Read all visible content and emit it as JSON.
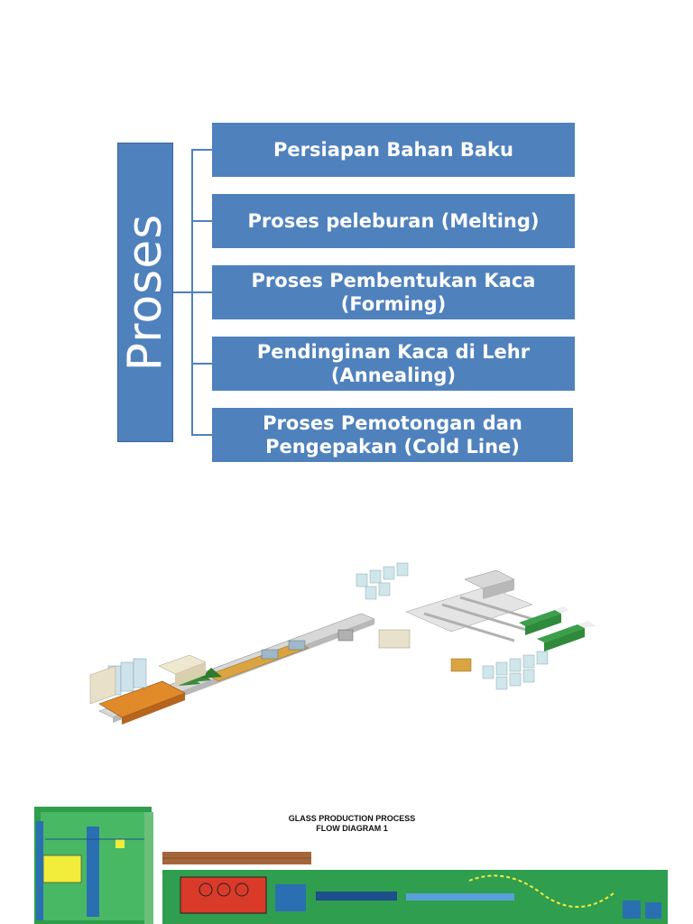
{
  "diagram": {
    "root_label": "Proses",
    "steps": [
      "Persiapan Bahan Baku",
      "Proses peleburan (Melting)",
      "Proses Pembentukan Kaca\n(Forming)",
      "Pendinginan Kaca di Lehr\n(Annealing)",
      "Proses Pemotongan dan\nPengepakan (Cold Line)"
    ]
  },
  "flow_diagram": {
    "title": "GLASS PRODUCTION PROCESS\nFLOW DIAGRAM 1"
  },
  "colors": {
    "box_fill": "#4f81bd",
    "box_text": "#ffffff",
    "connector": "#4f81bd"
  },
  "icons": [
    "factory-illustration",
    "flow-diagram-image"
  ]
}
